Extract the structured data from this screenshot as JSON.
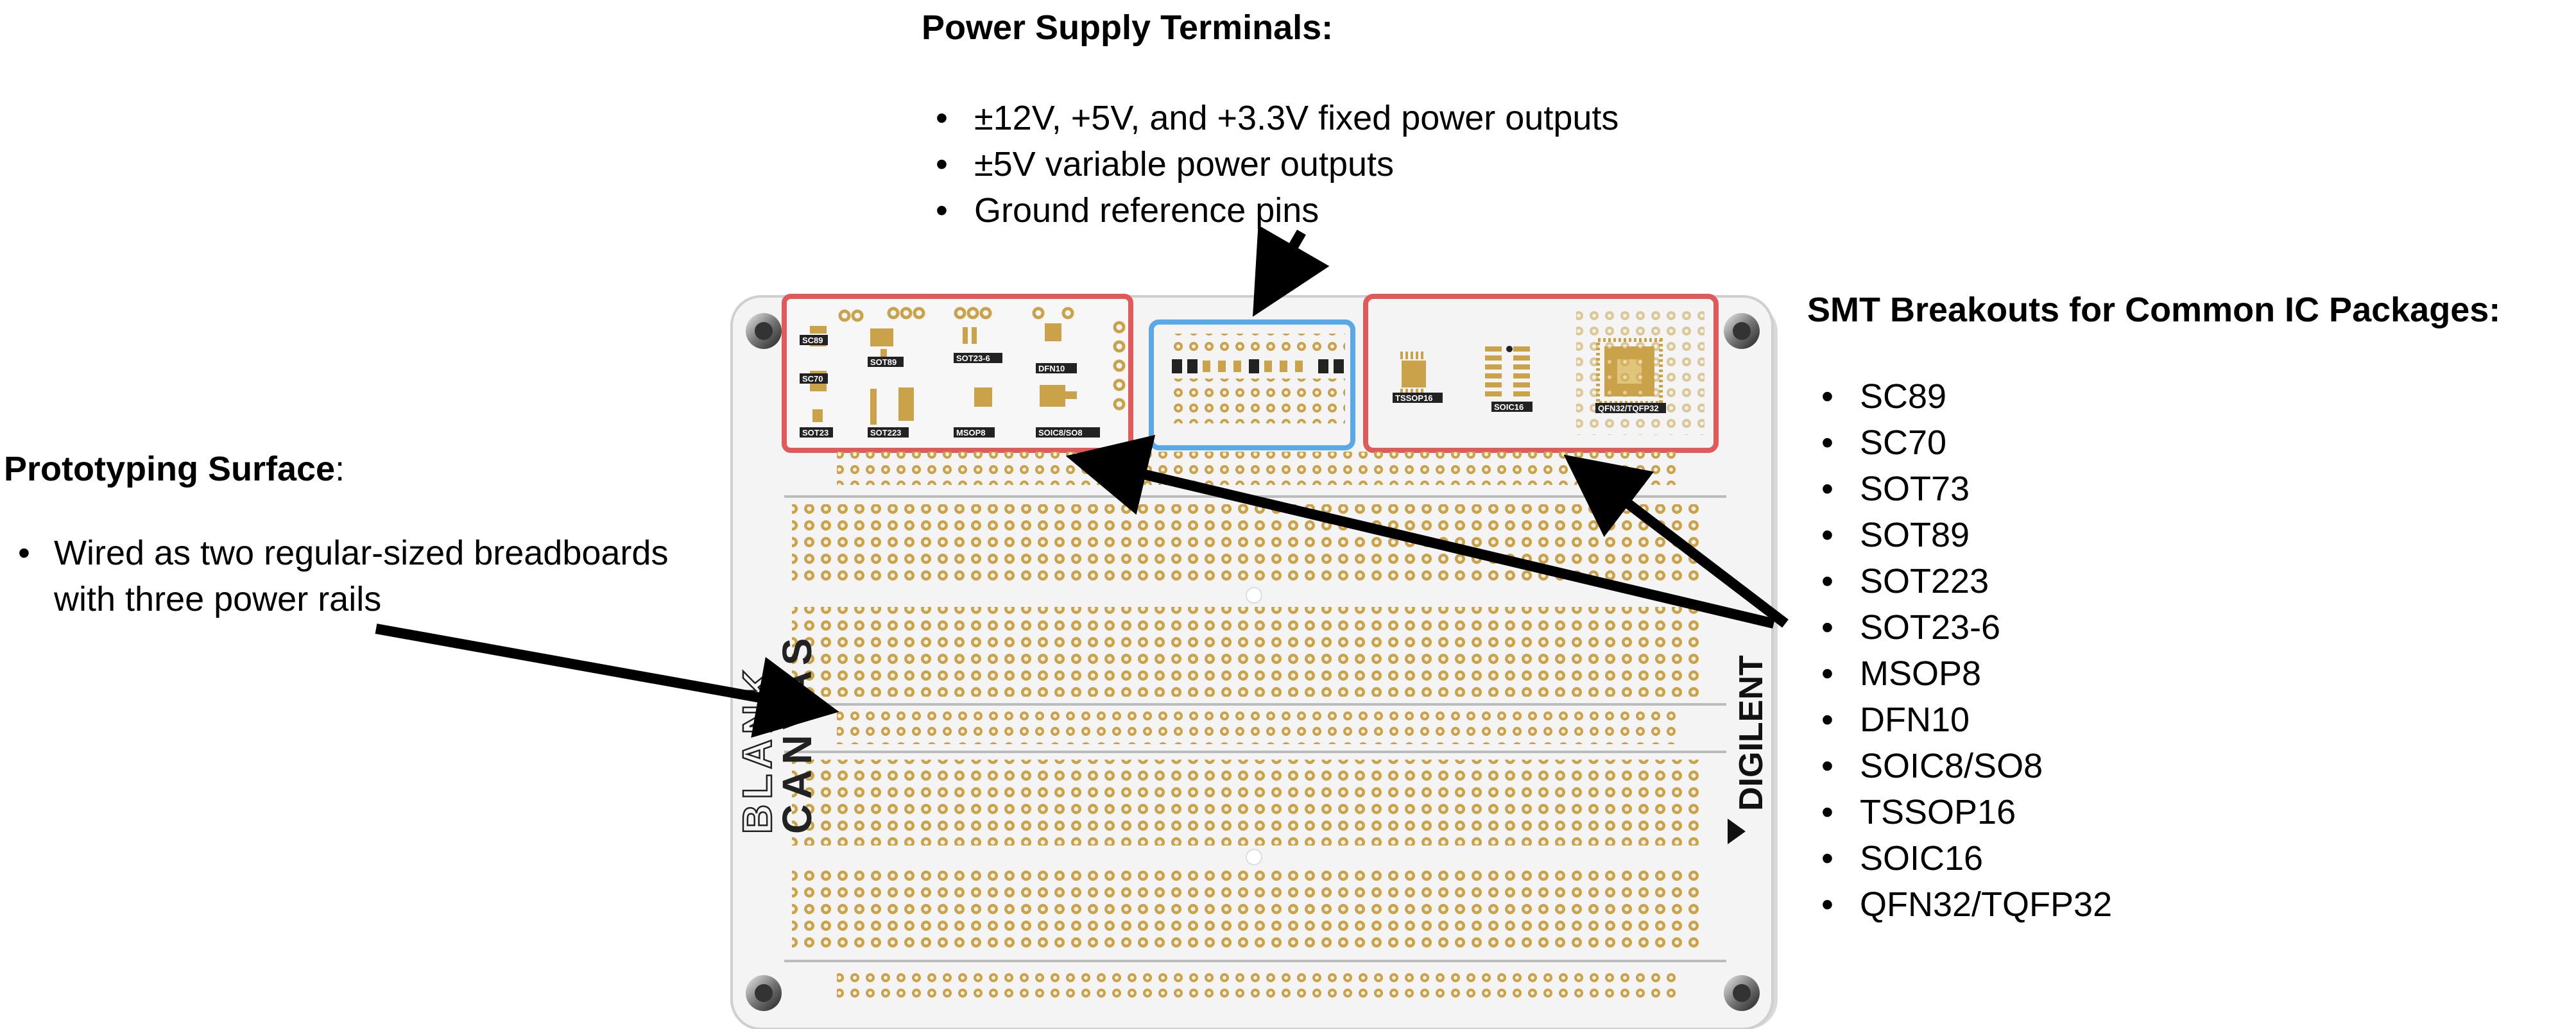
{
  "power": {
    "title": "Power Supply Terminals:",
    "items": [
      "±12V, +5V, and +3.3V fixed power outputs",
      "±5V variable power outputs",
      "Ground reference pins"
    ]
  },
  "smt": {
    "title": "SMT Breakouts for Common IC Packages:",
    "items": [
      "SC89",
      "SC70",
      "SOT73",
      "SOT89",
      "SOT223",
      "SOT23-6",
      "MSOP8",
      "DFN10",
      "SOIC8/SO8",
      "TSSOP16",
      "SOIC16",
      "QFN32/TQFP32"
    ]
  },
  "proto": {
    "title_bold": "Prototyping Surface",
    "title_colon": ":",
    "items": [
      "Wired as two regular-sized breadboards",
      "with three power rails"
    ]
  },
  "board": {
    "logo": "DIGILENT",
    "brand_line1": "BLANK",
    "brand_line2": "CANVAS",
    "pkg_labels": [
      "SC89",
      "SC70",
      "SOT23",
      "SOT89",
      "SOT223",
      "SOT23-6",
      "MSOP8",
      "DFN10",
      "SOIC8/SO8",
      "TSSOP16",
      "SOIC16",
      "QFN32/TQFP32"
    ],
    "colors": {
      "pcb": "#f2f2f2",
      "pad": "#c9a24a",
      "red_box": "#e05a5a",
      "blue_box": "#5aa8e8"
    }
  }
}
